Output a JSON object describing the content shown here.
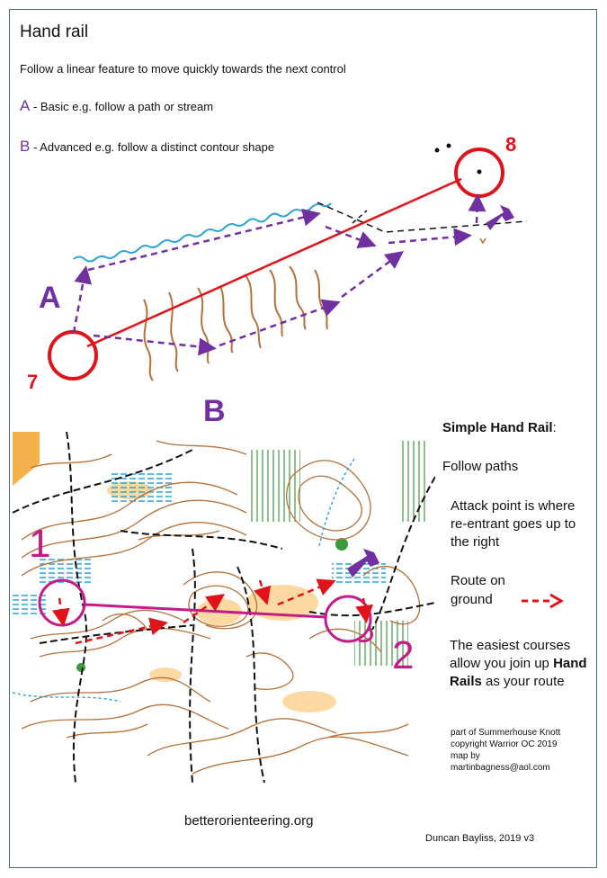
{
  "header": {
    "title": "Hand rail",
    "subtitle": "Follow a linear feature to move quickly towards the next control"
  },
  "options": [
    {
      "letter": "A",
      "text": " - Basic e.g. follow a path or stream"
    },
    {
      "letter": "B",
      "text": " - Advanced e.g. follow a distinct contour shape"
    }
  ],
  "diagram": {
    "label_a": "A",
    "label_b": "B",
    "start_number": "7",
    "end_number": "8"
  },
  "map": {
    "start_number": "1",
    "end_number": "2"
  },
  "sidebar": {
    "heading_bold": "Simple Hand Rail",
    "heading_rest": ":",
    "item1": "Follow paths",
    "item2": "Attack point is where re-entrant goes up to the right",
    "item3_line1": "Route on",
    "item3_line2": "ground",
    "item4_pre": "The easiest courses allow you join up ",
    "item4_bold": "Hand Rails",
    "item4_post": " as your route"
  },
  "copyright": {
    "line1": "part of Summerhouse  Knott",
    "line2": "copyright Warrior OC 2019",
    "line3": "map by",
    "line4": "martinbagness@aol.com"
  },
  "footer": {
    "website": "betterorienteering.org",
    "author": "Duncan Bayliss, 2019 v3"
  },
  "colors": {
    "purple": "#7030a0",
    "red": "#e0131b",
    "stream": "#2ea3d6",
    "contour": "#b5713a",
    "magenta": "#c51a8a"
  }
}
